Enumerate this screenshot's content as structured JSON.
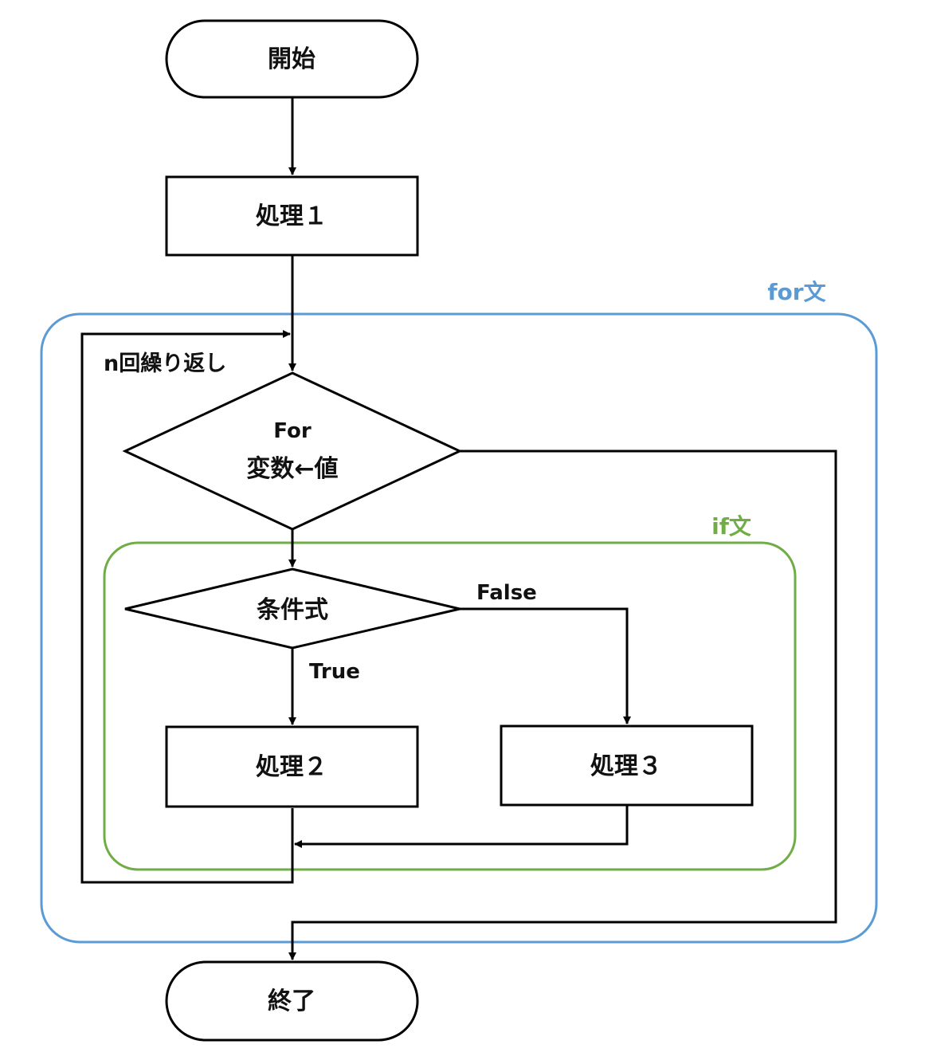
{
  "nodes": {
    "start": "開始",
    "process1": "処理１",
    "for_decision_line1": "For",
    "for_decision_line2": "変数←値",
    "condition": "条件式",
    "process2": "処理２",
    "process3": "処理３",
    "end": "終了"
  },
  "labels": {
    "for_region": "for文",
    "if_region": "if文",
    "loop_label": "n回繰り返し",
    "true_branch": "True",
    "false_branch": "False"
  },
  "colors": {
    "for_region": "#5b9bd5",
    "if_region": "#70ad47",
    "line": "#000000"
  }
}
